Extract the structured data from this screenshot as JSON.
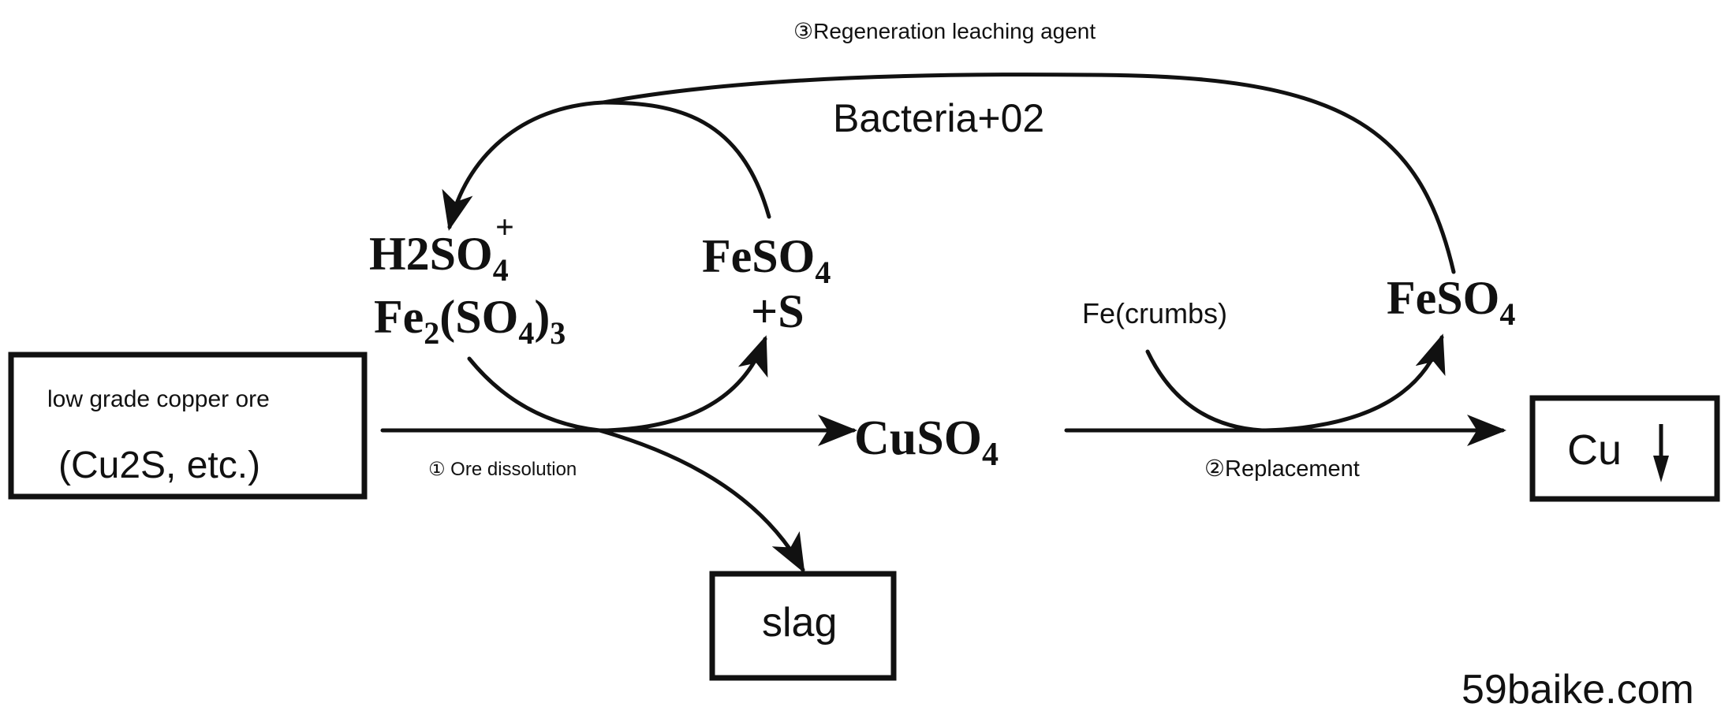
{
  "diagram": {
    "nodes": {
      "ore_box": {
        "line1": "low grade copper ore",
        "line2": "(Cu2S, etc.)"
      },
      "cu_box": {
        "label": "Cu"
      },
      "slag_box": {
        "label": "slag"
      },
      "leach_agent": {
        "line1": "H2SO",
        "line1_sub": "4",
        "line1_sup": "+",
        "line2_a": "Fe",
        "line2_sub1": "2",
        "line2_b": "(SO",
        "line2_sub2": "4",
        "line2_c": ")",
        "line2_sub3": "3"
      },
      "feso4_s": {
        "line1": "FeSO",
        "line1_sub": "4",
        "line2": "+S"
      },
      "cuso4": {
        "text": "CuSO",
        "sub": "4"
      },
      "fe_crumbs": {
        "text": "Fe(crumbs)"
      },
      "feso4_right": {
        "text": "FeSO",
        "sub": "4"
      },
      "bacteria": {
        "text": "Bacteria+02"
      }
    },
    "steps": {
      "step1": "① Ore dissolution",
      "step2": "②Replacement",
      "step3": "③Regeneration leaching agent"
    },
    "watermark": "59baike.com"
  }
}
